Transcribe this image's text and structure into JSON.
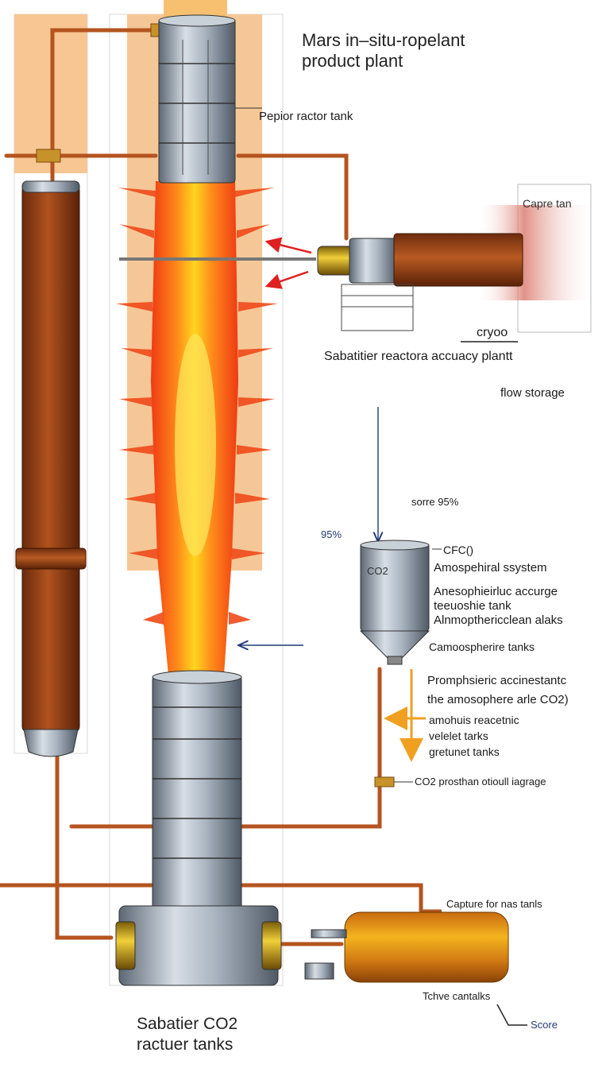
{
  "title": {
    "line1": "Mars in–situ-ropelant",
    "line2": "product plant"
  },
  "bottom_title": {
    "line1": "Sabatier CO2",
    "line2": "ractuer tanks"
  },
  "labels": {
    "reactor_tank": "Pepior ractor tank",
    "capture_tank": "Capre tan",
    "cryoo": "cryoo",
    "sabatier_plant": "Sabatitier reactora accuacy plantt",
    "flow_storage": "flow storage",
    "score_95": "sorre 95%",
    "pct_95": "95%",
    "cfc": "CFC()",
    "co2_tank": "CO2",
    "atmospheric_system": "Amospehiral ssystem",
    "anesthophie_line1": "Anesophieirluc accurge",
    "anesthophie_line2": "teeuoshie tank",
    "atmospheric_leak": "Alnmopthericclean alaks",
    "atmosphere_tanks": "Camoospherire tanks",
    "promphseric": "Promphsieric accinestantc",
    "atmosphere_co2": "the amosophere arle CO2)",
    "amohuis": "amohuis reacetnic",
    "velet": "velelet tarks",
    "grettunet": "gretunet tanks",
    "co2_storage": "CO2 prosthan otioull iagrage",
    "capture_gas": "Capture for nas tanls",
    "tchve": "Tchve cantalks",
    "score": "Score"
  },
  "colors": {
    "pipe": "#b5541f",
    "flame_outer": "#f04a1a",
    "flame_core": "#ffd21a",
    "steel": "#9aa6b2",
    "rust": "#8c3a14",
    "band": "#f4c28f",
    "brass": "#c9a21a",
    "arrow_red": "#e02020",
    "arrow_yellow": "#f0a020",
    "arrow_blue": "#223a78"
  }
}
